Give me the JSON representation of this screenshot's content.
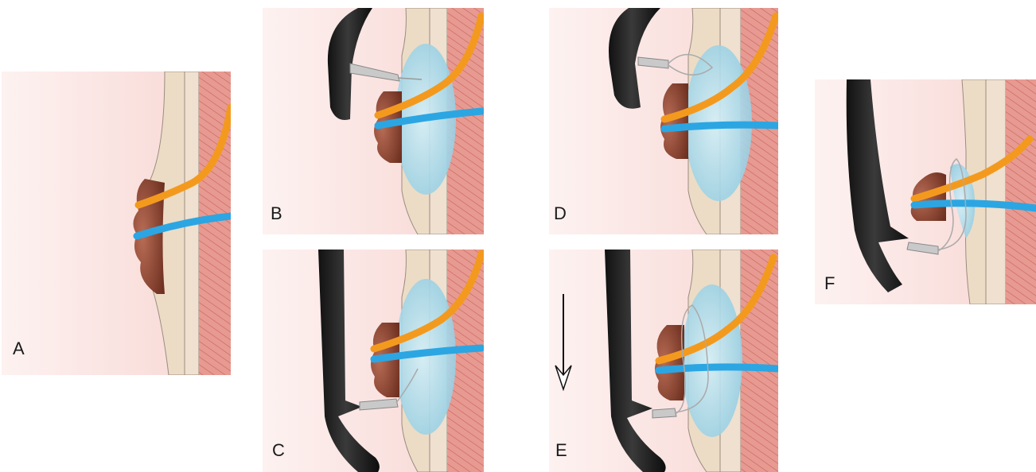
{
  "panels": [
    {
      "id": "a",
      "label": "A"
    },
    {
      "id": "b",
      "label": "B"
    },
    {
      "id": "c",
      "label": "C"
    },
    {
      "id": "d",
      "label": "D"
    },
    {
      "id": "e",
      "label": "E"
    },
    {
      "id": "f",
      "label": "F"
    }
  ],
  "colors": {
    "mucosa": "#f7dcd9",
    "submucosa": "#ecdcc6",
    "muscle": "#e08c83",
    "artery": "#f39a1e",
    "vein": "#2ba6e3",
    "lesion": "#8a4430",
    "injection_cushion": "#a9d9ea",
    "endoscope": "#1f1f1f",
    "snare": "#b5b5b5"
  },
  "icons": [
    "down-arrow-icon"
  ]
}
